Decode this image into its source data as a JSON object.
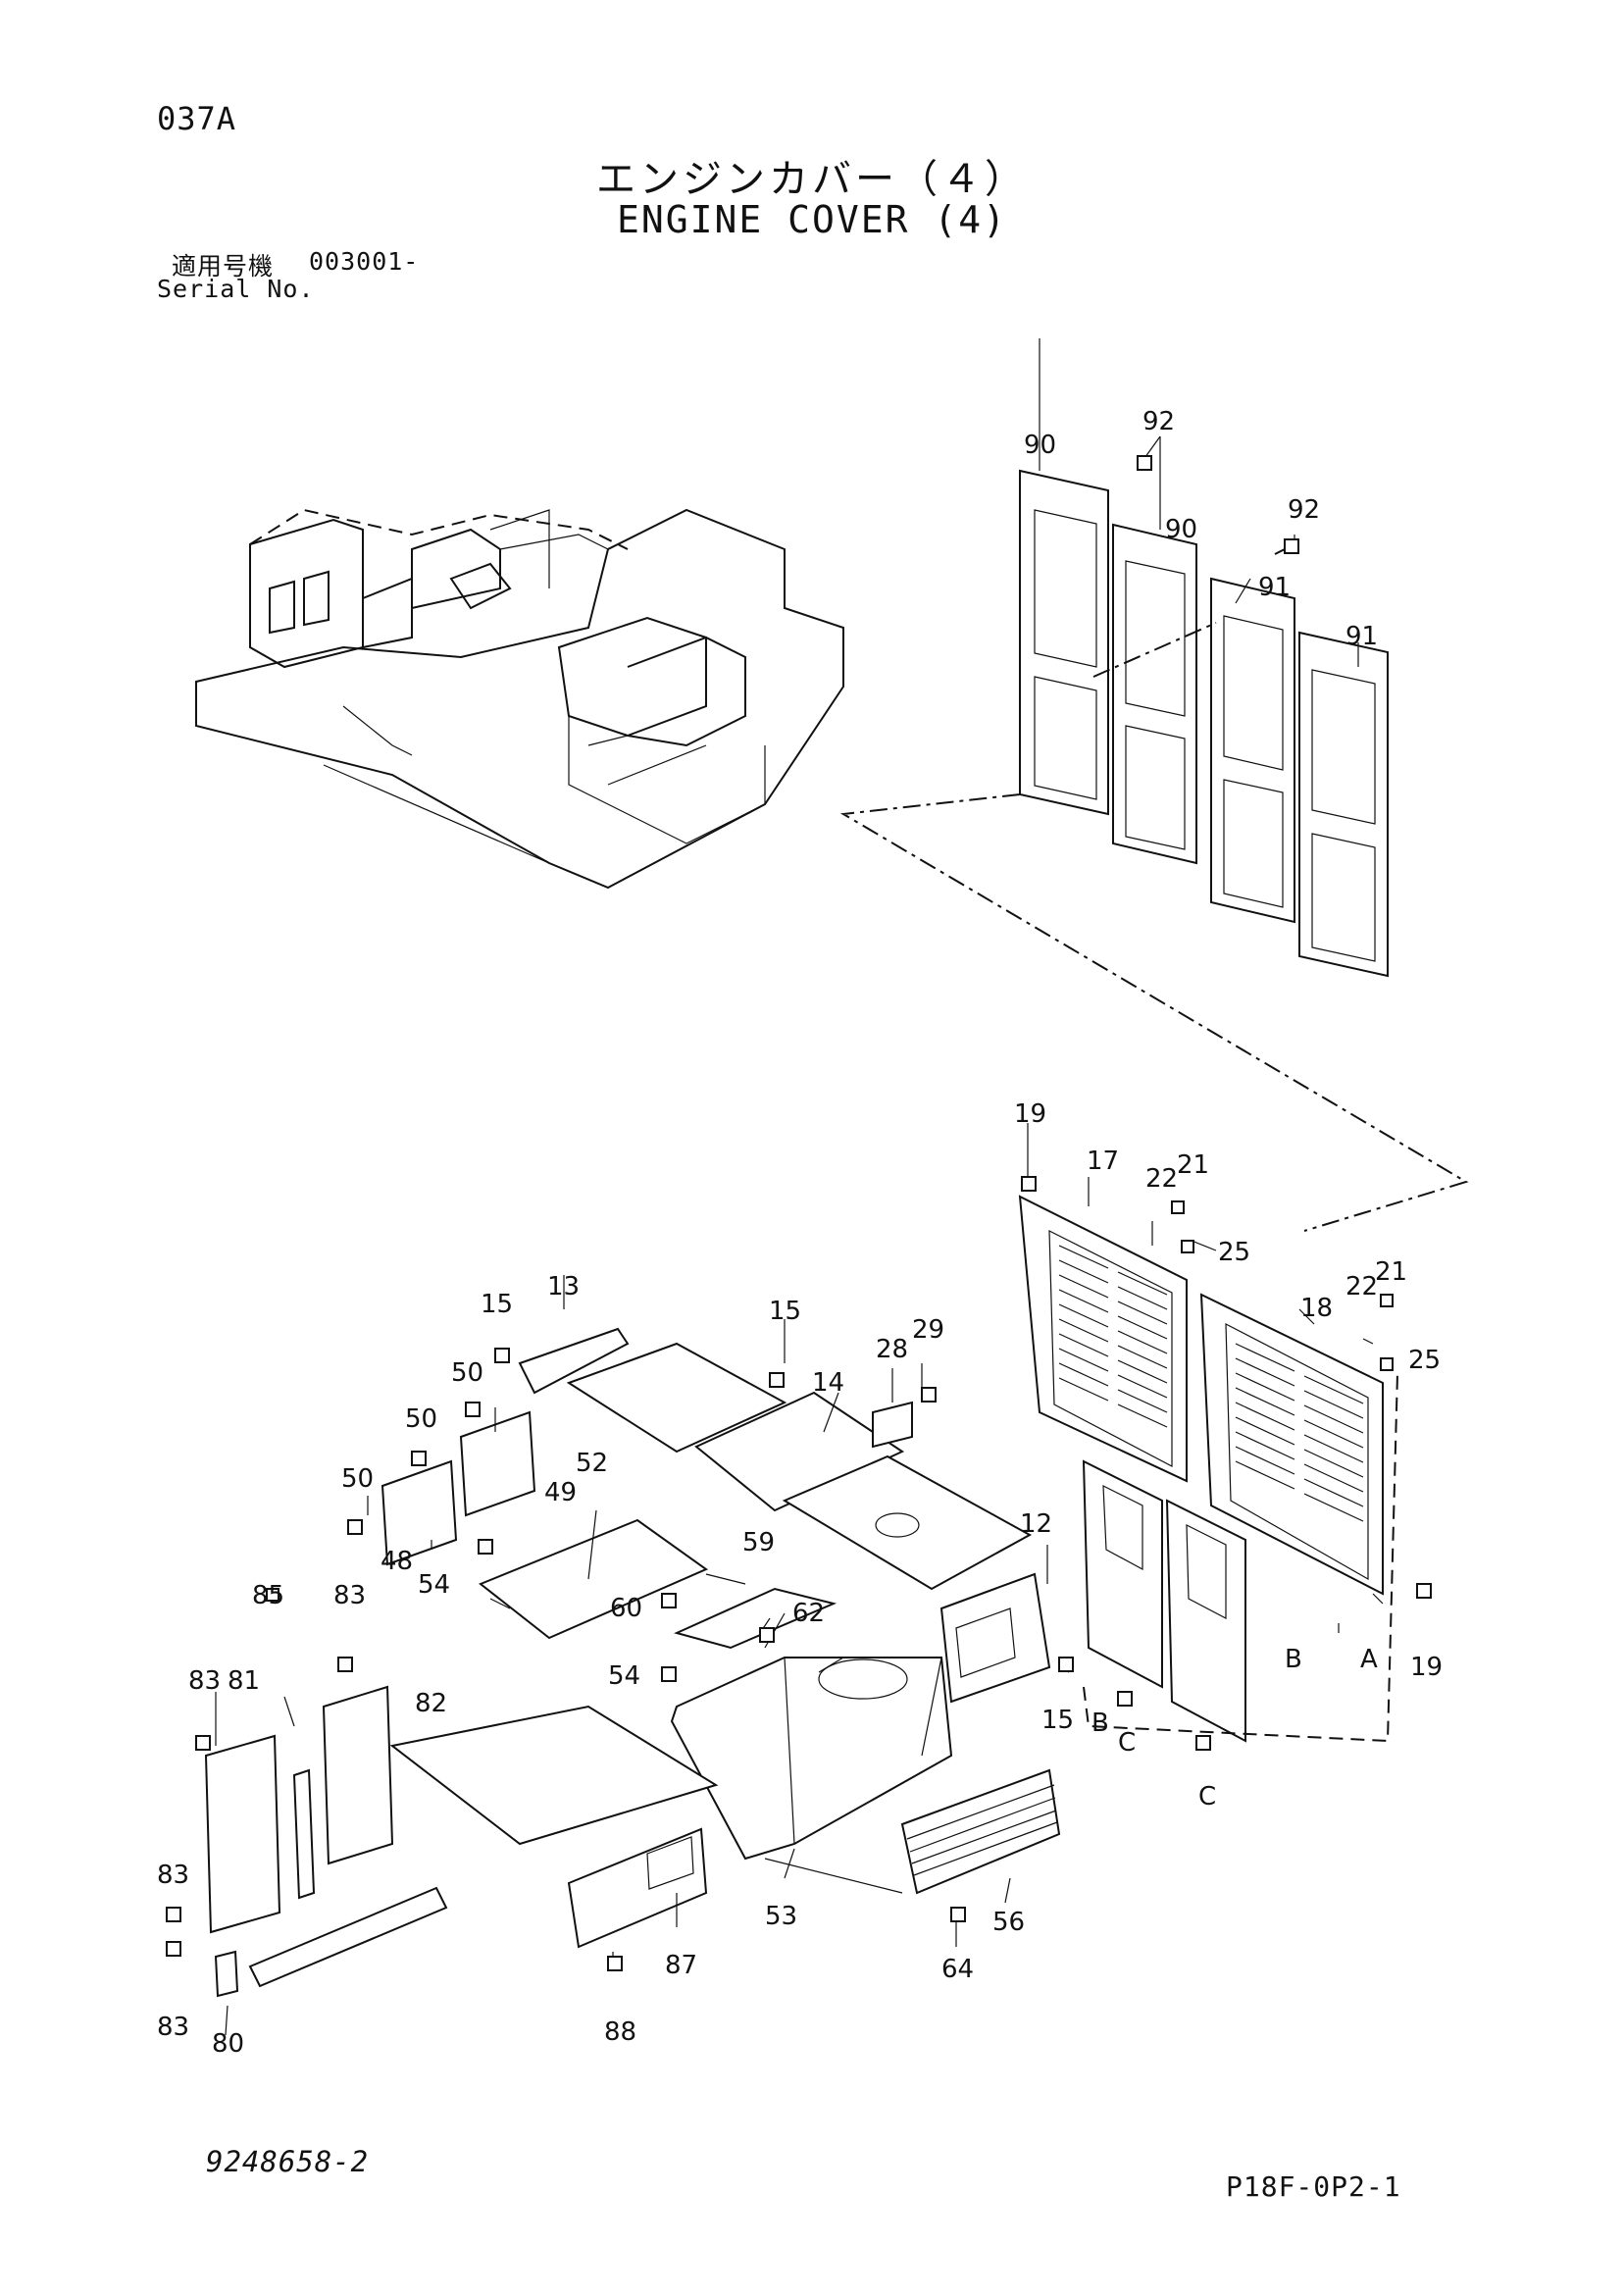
{
  "header": {
    "page_code": "037A",
    "title_jp": "エンジンカバー（４）",
    "title_en": "ENGINE COVER (4)",
    "serial_label_jp": "適用号機",
    "serial_value": "003001-",
    "serial_label_en": "Serial No."
  },
  "footer": {
    "doc_number": "9248658-2",
    "page_ref": "P18F-0P2-1"
  },
  "callouts": {
    "c90a": "90",
    "c92a": "92",
    "c90b": "90",
    "c92b": "92",
    "c91a": "91",
    "c91b": "91",
    "c19a": "19",
    "c17": "17",
    "c22a": "22",
    "c21a": "21",
    "c25a": "25",
    "c18": "18",
    "c22b": "22",
    "c21b": "21",
    "c25b": "25",
    "c19b": "19",
    "c13": "13",
    "c15a": "15",
    "c15b": "15",
    "c14": "14",
    "c28": "28",
    "c29": "29",
    "c50a": "50",
    "c50b": "50",
    "c50c": "50",
    "c49": "49",
    "c48": "48",
    "c52": "52",
    "c54a": "54",
    "c59": "59",
    "c60": "60",
    "c62": "62",
    "c54b": "54",
    "c12": "12",
    "c15c": "15",
    "c53": "53",
    "c56": "56",
    "c64": "64",
    "c85": "85",
    "c83a": "83",
    "c83b": "83",
    "c81": "81",
    "c82": "82",
    "c83c": "83",
    "c83d": "83",
    "c80": "80",
    "c87": "87",
    "c88": "88"
  },
  "markers": {
    "a": "A",
    "b1": "B",
    "b2": "B",
    "c1": "C",
    "c2": "C"
  }
}
